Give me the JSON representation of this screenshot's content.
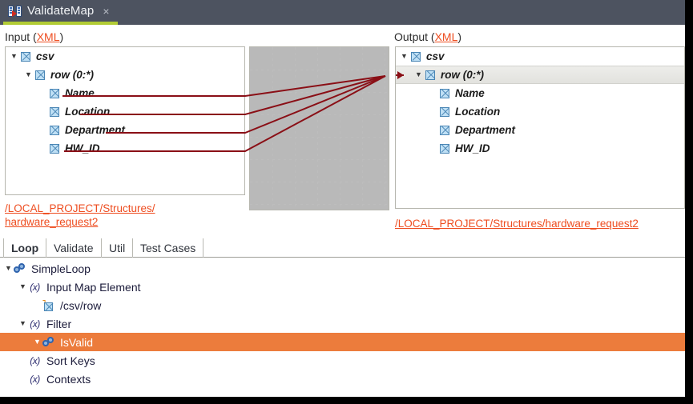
{
  "window": {
    "tab_title": "ValidateMap",
    "tab_icon": "map-transform-icon",
    "close_label": "×"
  },
  "input_panel": {
    "header_text": "Input (",
    "header_link": "XML",
    "header_suffix": ")",
    "path_link": "/LOCAL_PROJECT/Structures/\nhardware_request2",
    "tree": [
      {
        "label": "csv",
        "depth": 0,
        "twisty": "▼",
        "checkbox": true
      },
      {
        "label": "row (0:*)",
        "depth": 1,
        "twisty": "▼",
        "checkbox": true
      },
      {
        "label": "Name",
        "depth": 2,
        "twisty": "",
        "checkbox": true
      },
      {
        "label": "Location",
        "depth": 2,
        "twisty": "",
        "checkbox": true
      },
      {
        "label": "Department",
        "depth": 2,
        "twisty": "",
        "checkbox": true
      },
      {
        "label": "HW_ID",
        "depth": 2,
        "twisty": "",
        "checkbox": true
      }
    ]
  },
  "output_panel": {
    "header_text": "Output (",
    "header_link": "XML",
    "header_suffix": ")",
    "path_link": "/LOCAL_PROJECT/Structures/hardware_request2",
    "tree": [
      {
        "label": "csv",
        "depth": 0,
        "twisty": "▼",
        "checkbox": true,
        "selected": false,
        "marker": false
      },
      {
        "label": "row (0:*)",
        "depth": 1,
        "twisty": "▼",
        "checkbox": true,
        "selected": true,
        "marker": true
      },
      {
        "label": "Name",
        "depth": 2,
        "twisty": "",
        "checkbox": true,
        "selected": false,
        "marker": false
      },
      {
        "label": "Location",
        "depth": 2,
        "twisty": "",
        "checkbox": true,
        "selected": false,
        "marker": false
      },
      {
        "label": "Department",
        "depth": 2,
        "twisty": "",
        "checkbox": true,
        "selected": false,
        "marker": false
      },
      {
        "label": "HW_ID",
        "depth": 2,
        "twisty": "",
        "checkbox": true,
        "selected": false,
        "marker": false
      }
    ]
  },
  "mapping": {
    "wire_color": "#8a0f16",
    "connections": [
      {
        "from": "Name",
        "to": "row (0:*)"
      },
      {
        "from": "Location",
        "to": "row (0:*)"
      },
      {
        "from": "Department",
        "to": "row (0:*)"
      },
      {
        "from": "HW_ID",
        "to": "row (0:*)"
      }
    ]
  },
  "bottom_tabs": [
    {
      "label": "Loop",
      "active": true
    },
    {
      "label": "Validate",
      "active": false
    },
    {
      "label": "Util",
      "active": false
    },
    {
      "label": "Test Cases",
      "active": false
    }
  ],
  "bottom_tree": {
    "selection_color": "#ec7c3c",
    "rows": [
      {
        "label": "SimpleLoop",
        "depth": 0,
        "twisty": "▼",
        "icon": "chain-icon",
        "selected": false
      },
      {
        "label": "Input Map Element",
        "depth": 1,
        "twisty": "▼",
        "icon": "function-icon",
        "selected": false
      },
      {
        "label": "/csv/row",
        "depth": 2,
        "twisty": "",
        "icon": "map-element-icon",
        "selected": false
      },
      {
        "label": "Filter",
        "depth": 1,
        "twisty": "▼",
        "icon": "function-icon",
        "selected": false
      },
      {
        "label": "IsValid",
        "depth": 2,
        "twisty": "",
        "icon": "chain-icon",
        "selected": true
      },
      {
        "label": "Sort Keys",
        "depth": 1,
        "twisty": "",
        "icon": "function-icon",
        "selected": false
      },
      {
        "label": "Contexts",
        "depth": 1,
        "twisty": "",
        "icon": "function-icon",
        "selected": false
      }
    ]
  }
}
